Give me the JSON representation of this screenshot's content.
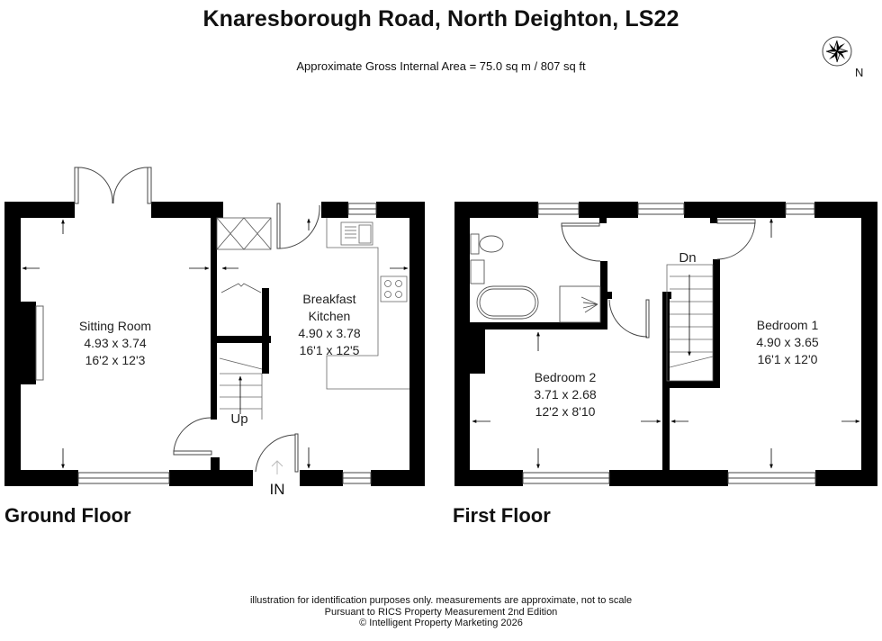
{
  "header": {
    "title": "Knaresborough Road, North Deighton, LS22",
    "area": "Approximate Gross Internal Area = 75.0 sq m / 807 sq ft",
    "compass_label": "N"
  },
  "floors": [
    {
      "label": "Ground Floor",
      "rooms": [
        {
          "name": "Sitting Room",
          "metric": "4.93 x 3.74",
          "imperial": "16'2 x 12'3"
        },
        {
          "name_line1": "Breakfast",
          "name_line2": "Kitchen",
          "metric": "4.90 x 3.78",
          "imperial": "16'1 x 12'5"
        }
      ],
      "stairs_label": "Up",
      "entrance_label": "IN"
    },
    {
      "label": "First Floor",
      "rooms": [
        {
          "name": "Bedroom 1",
          "metric": "4.90 x 3.65",
          "imperial": "16'1 x 12'0"
        },
        {
          "name": "Bedroom 2",
          "metric": "3.71 x 2.68",
          "imperial": "12'2 x 8'10"
        }
      ],
      "stairs_label": "Dn"
    }
  ],
  "footer": {
    "line1": "illustration for identification purposes only. measurements are approximate, not to scale",
    "line2": "Pursuant to RICS Property Measurement 2nd Edition",
    "line3": "© Intelligent Property Marketing 2026"
  },
  "colors": {
    "wall": "#000000",
    "line": "#555555",
    "background": "#ffffff"
  }
}
